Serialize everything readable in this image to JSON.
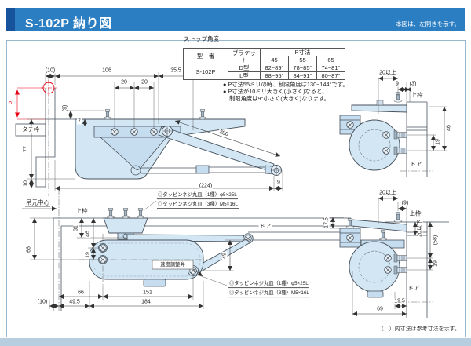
{
  "header": {
    "title": "S-102P 納り図",
    "note": "本図は、左開きを示す。"
  },
  "table": {
    "caption": "ストップ角度",
    "col_model": "型　番",
    "col_bracket": "ブラケット",
    "col_p": "P寸法",
    "p_cols": [
      "45",
      "55",
      "65"
    ],
    "model": "S-102P",
    "rows": [
      {
        "bracket": "D型",
        "values": [
          "82~89°",
          "78~85°",
          "74~81°"
        ]
      },
      {
        "bracket": "L型",
        "values": [
          "88~95°",
          "84~91°",
          "80~87°"
        ]
      }
    ]
  },
  "notes": {
    "line1": "● P寸法55ミリの時、制限角度は130~144°です。",
    "line2": "● P寸法が10ミリ大きく(小さく)なると、",
    "line3": "制限角度は9°小さく(大きく)なります。"
  },
  "footer": {
    "note": "（　）内寸法は参考寸法を示す。"
  },
  "drawings": {
    "top_plan": {
      "d10": "(10)",
      "d106": "106",
      "d355": "35.5",
      "d20a": "20",
      "d20b": "20",
      "p": "P",
      "d9p": "(9)",
      "d7": "7",
      "d77": "77",
      "d10v": "10",
      "d200": "200",
      "d224": "(224)",
      "d9": "9",
      "frame_label": "タテ枠"
    },
    "top_side": {
      "d20": "20以上",
      "d9": "9",
      "d3": "(3)",
      "frame_label": "上枠",
      "d46": "46",
      "d19": "19",
      "door_label": "ドア"
    },
    "bottom_plan": {
      "center_label": "吊元中心",
      "frame_label": "上枠",
      "screw1": "◎タッピンネジ丸皿（1種）φ5×25L",
      "screw3": "◎タッピンネジ丸皿（3種）M5×16L",
      "d31": "31",
      "d46": "46",
      "d19": "19",
      "d66v": "66",
      "valve_label": "速度調整弁",
      "door_label": "ドア",
      "d49": "49",
      "d66": "66",
      "d151": "151",
      "d495": "49.5",
      "d184": "184",
      "d10": "(10)"
    },
    "bottom_side": {
      "d20": "20以上",
      "d9": "(9)",
      "frame_label": "上枠",
      "d20u": "20以下",
      "d58": "(58)",
      "d19": "19",
      "d175": "17.5",
      "door_label": "ドア",
      "d195": "19.5",
      "d69": "69"
    }
  }
}
